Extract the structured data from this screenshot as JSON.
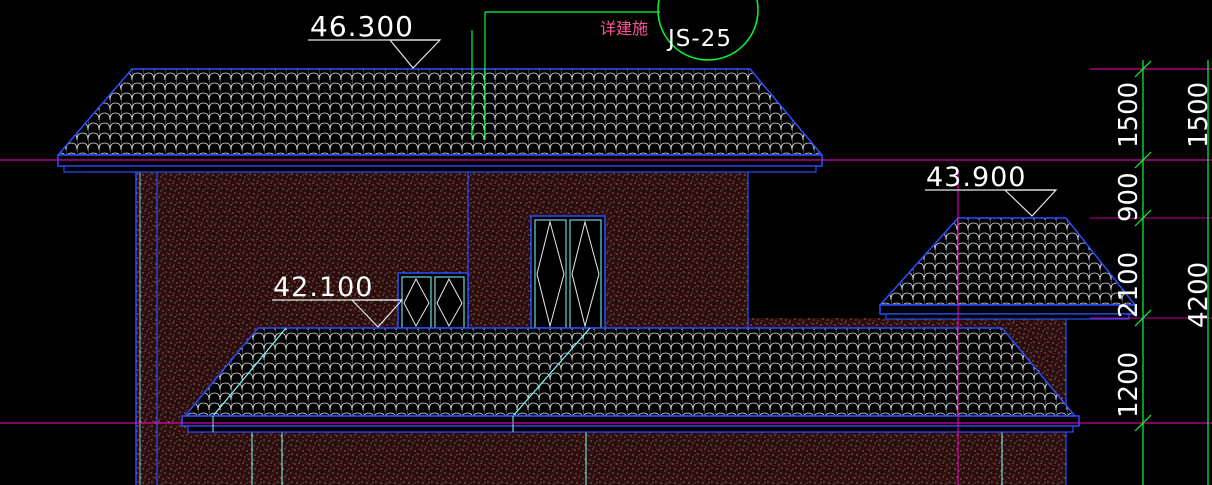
{
  "elevations": {
    "roof_top": "46.300",
    "side_roof": "43.900",
    "lower_roof": "42.100"
  },
  "callout": {
    "note": "详建施",
    "ref": "JS-25"
  },
  "dimensions_inner": [
    "1500",
    "900",
    "2100",
    "1200"
  ],
  "dimensions_outer": [
    "1500",
    "4200"
  ],
  "colors": {
    "background": "#000000",
    "roof_outline": "#2a4dff",
    "tile_lines": "#e8e8e8",
    "wall_stipple": "#ff7a7a",
    "wall_base": "#2a0f0c",
    "magenta_line": "#ff00cc",
    "green_line": "#00ff33",
    "cyan_line": "#7fffff",
    "dim_text": "#ffffff",
    "note_text": "#ff5599"
  }
}
